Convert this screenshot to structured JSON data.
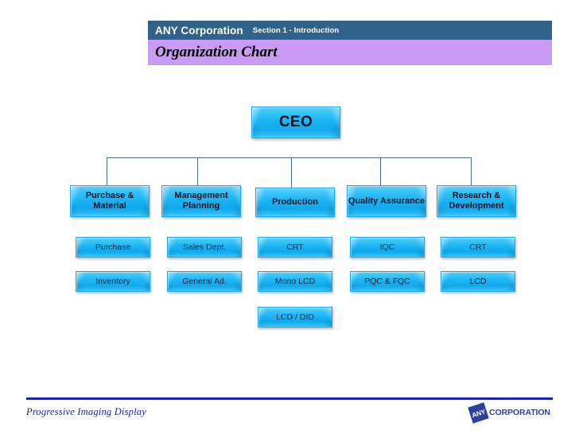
{
  "header": {
    "corporation": "ANY Corporation",
    "section": "Section 1 - Introduction",
    "title": "Organization Chart",
    "bar_color": "#31628c",
    "band_color": "#c99bf5"
  },
  "chart": {
    "root": {
      "label": "CEO"
    },
    "departments": [
      {
        "label": "Purchase & Material",
        "children": [
          "Purchase",
          "Inventory"
        ]
      },
      {
        "label": "Management Planning",
        "children": [
          "Sales Dept.",
          "General Ad."
        ]
      },
      {
        "label": "Production",
        "children": [
          "CRT",
          "Mono LCD",
          "LCD / DID"
        ]
      },
      {
        "label": "Quality Assurance",
        "children": [
          "IQC",
          "PQC & FQC"
        ]
      },
      {
        "label": "Research & Development",
        "children": [
          "CRT",
          "LCD"
        ]
      }
    ],
    "node_color": "#18b4f3",
    "node_border_color": "#19a9e8",
    "connector_color": "#4a6f88"
  },
  "footer": {
    "tagline": "Progressive Imaging Display",
    "logo_mark": "ANY",
    "logo_word": "CORPORATION",
    "rule_color": "#2222aa",
    "text_color": "#2222aa"
  }
}
